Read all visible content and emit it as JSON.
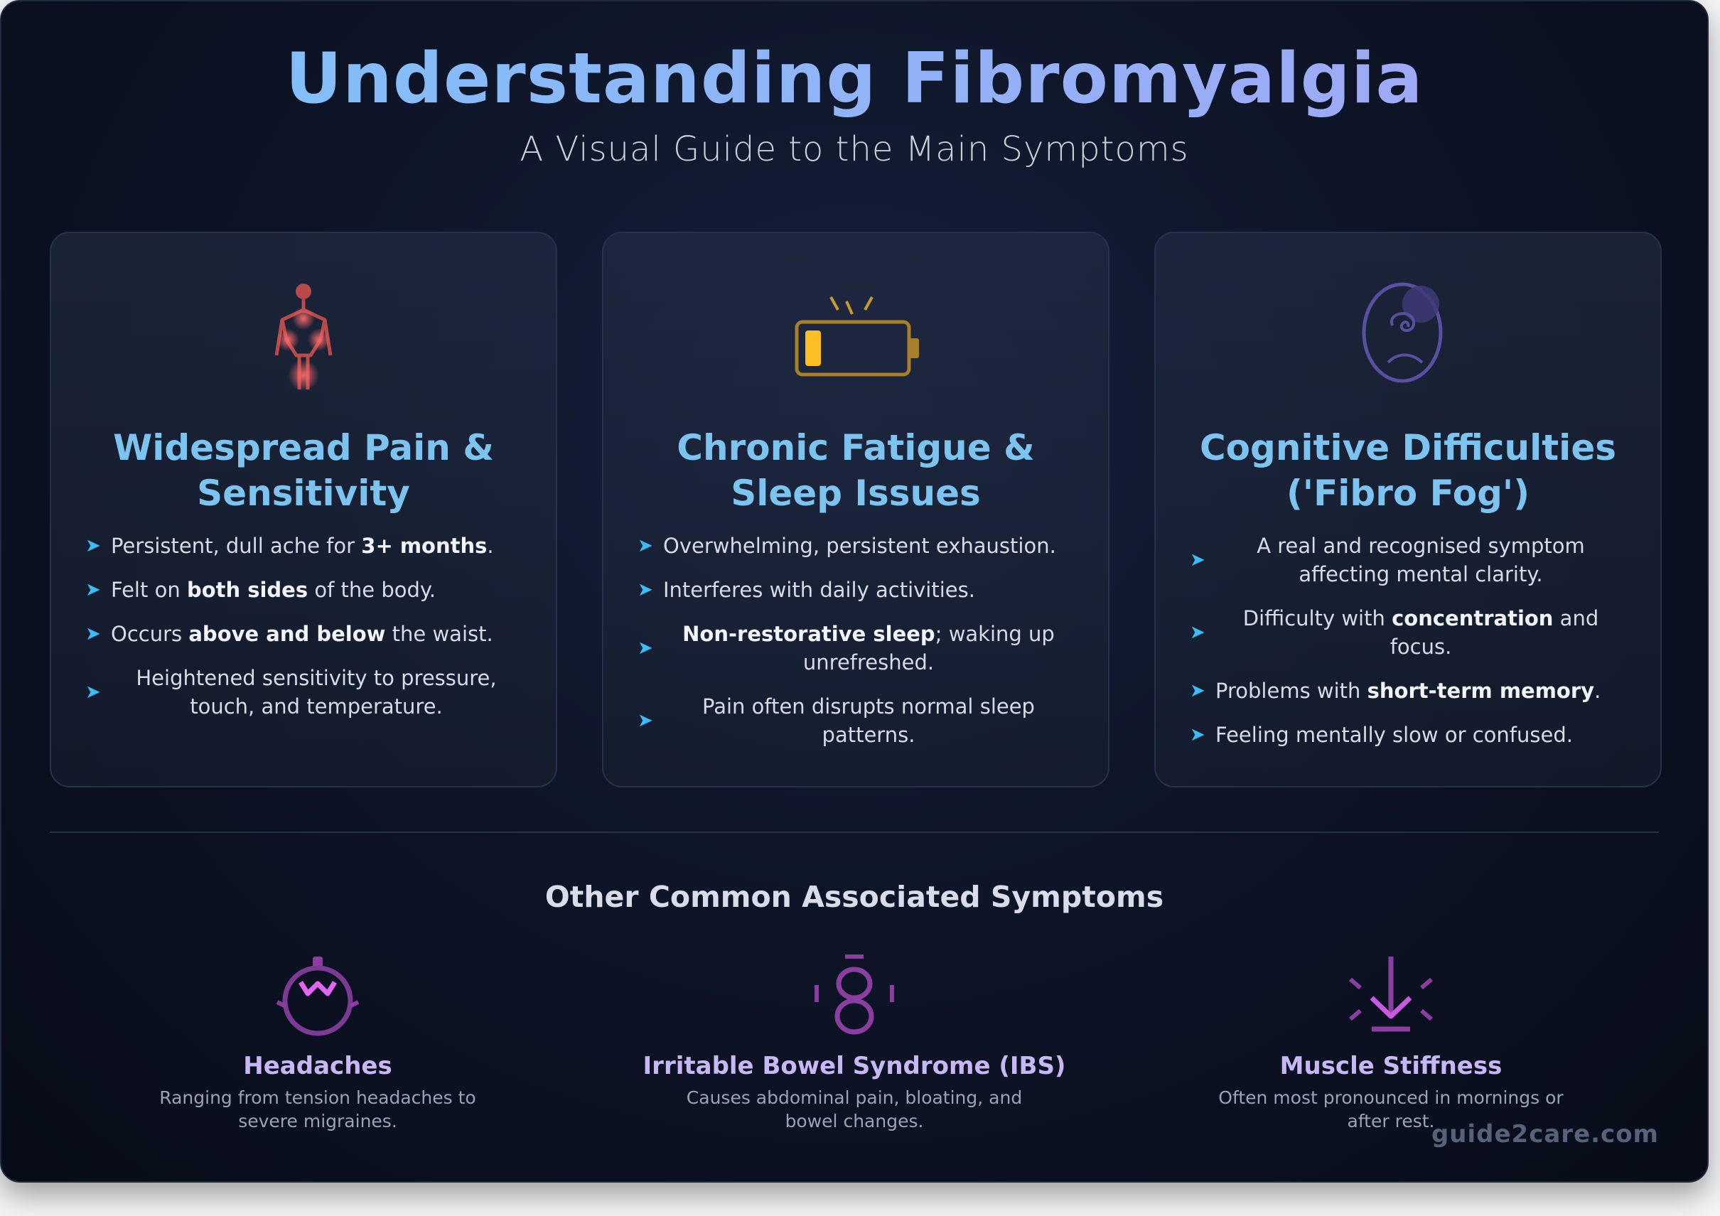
{
  "header": {
    "title": "Understanding Fibromyalgia",
    "subtitle": "A Visual Guide to the Main Symptoms"
  },
  "cards": [
    {
      "icon": "body-pain-icon",
      "heading_line1": "Widespread Pain &",
      "heading_line2": "Sensitivity",
      "items": [
        {
          "pre": "Persistent, dull ache for ",
          "bold": "3+ months",
          "post": "."
        },
        {
          "pre": "Felt on ",
          "bold": "both sides",
          "post": " of the body."
        },
        {
          "pre": "Occurs ",
          "bold": "above and below",
          "post": " the waist."
        },
        {
          "pre": "Heightened sensitivity to pressure, touch, and temperature.",
          "bold": "",
          "post": ""
        }
      ]
    },
    {
      "icon": "low-battery-icon",
      "heading_line1": "Chronic Fatigue &",
      "heading_line2": "Sleep Issues",
      "items": [
        {
          "pre": "Overwhelming, persistent exhaustion.",
          "bold": "",
          "post": ""
        },
        {
          "pre": "Interferes with daily activities.",
          "bold": "",
          "post": ""
        },
        {
          "pre": "",
          "bold": "Non-restorative sleep",
          "post": "; waking up unrefreshed."
        },
        {
          "pre": "Pain often disrupts normal sleep patterns.",
          "bold": "",
          "post": ""
        }
      ]
    },
    {
      "icon": "head-fog-icon",
      "heading_line1": "Cognitive Difficulties",
      "heading_line2": "('Fibro Fog')",
      "items": [
        {
          "pre": "A real and recognised symptom affecting mental clarity.",
          "bold": "",
          "post": ""
        },
        {
          "pre": "Difficulty with ",
          "bold": "concentration",
          "post": " and focus."
        },
        {
          "pre": "Problems with ",
          "bold": "short-term memory",
          "post": "."
        },
        {
          "pre": "Feeling mentally slow or confused.",
          "bold": "",
          "post": ""
        }
      ]
    }
  ],
  "other": {
    "title": "Other Common Associated Symptoms",
    "items": [
      {
        "icon": "headache-icon",
        "name": "Headaches",
        "desc": "Ranging from tension headaches to severe migraines."
      },
      {
        "icon": "intestine-icon",
        "name": "Irritable Bowel Syndrome (IBS)",
        "desc": "Causes abdominal pain, bloating, and bowel changes."
      },
      {
        "icon": "stiffness-icon",
        "name": "Muscle Stiffness",
        "desc": "Often most pronounced in mornings or after rest."
      }
    ]
  },
  "brand": "guide2care.com",
  "colors": {
    "pain_red": "#e05a5a",
    "battery_gold": "#fbbf24",
    "fog_purple": "#6a5fb0",
    "heading_blue": "#7cc3f0",
    "bullet_blue": "#38bdf8"
  }
}
